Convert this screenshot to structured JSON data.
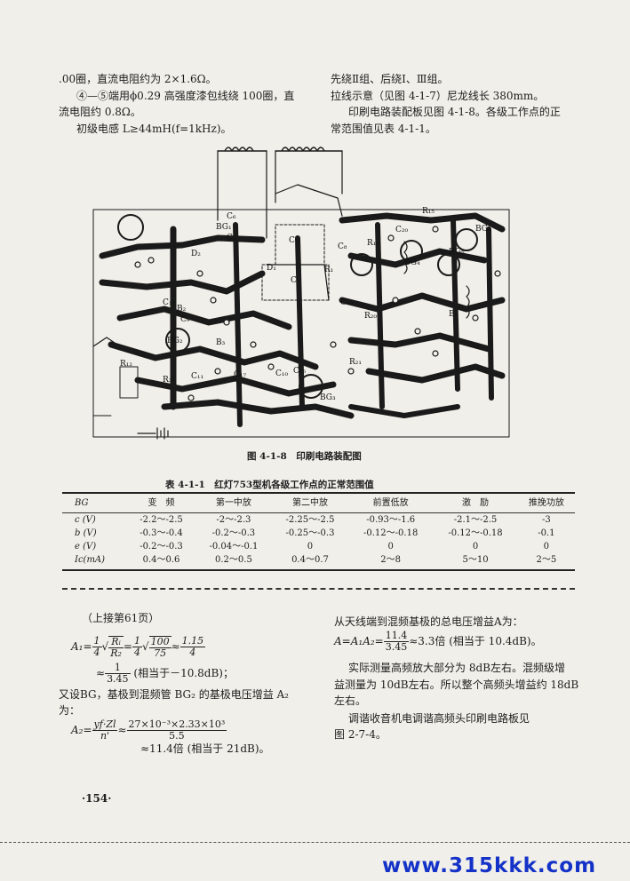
{
  "top_left": {
    "line1": ".00圈，直流电阻约为 2×1.6Ω。",
    "line2": "④—⑤端用ϕ0.29 高强度漆包线绕 100圈，直",
    "line3": "流电阻约 0.8Ω。",
    "line4": "初级电感 L≥44mH(f=1kHz)。"
  },
  "top_right": {
    "line1": "先绕Ⅱ组、后绕Ⅰ、Ⅲ组。",
    "line2": "拉线示意（见图 4-1-7）尼龙线长 380mm。",
    "line3": "印刷电路装配板见图 4-1-8。各级工作点的正",
    "line4": "常范围值见表 4-1-1。"
  },
  "figure_caption": "图 4-1-8　印刷电路装配图",
  "pcb_labels": [
    "C₆",
    "C₈",
    "C₂",
    "BG₁",
    "D₂",
    "C₇",
    "D₁",
    "R₁",
    "C₁",
    "BG₂",
    "C₁₂",
    "C₉",
    "B₂",
    "R₁₂",
    "R₃",
    "C₁₅",
    "C₁₇",
    "C₁₁",
    "C₁₀",
    "BG₃",
    "B₃",
    "R₁₅",
    "R₁₆",
    "C₂₀",
    "BG₅",
    "BG₆",
    "C₁₉",
    "R₂₀",
    "B₄",
    "R₂₁",
    "BG₄"
  ],
  "table": {
    "title": "表 4-1-1　红灯753型机各级工作点的正常范围值",
    "headers": [
      "BG",
      "变　频",
      "第一中放",
      "第二中放",
      "前置低放",
      "激　励",
      "推挽功放"
    ],
    "rows": [
      [
        "c (V)",
        "-2.2～-2.5",
        "-2～-2.3",
        "-2.25～-2.5",
        "-0.93～-1.6",
        "-2.1～-2.5",
        "-3"
      ],
      [
        "b (V)",
        "-0.3～-0.4",
        "-0.2～-0.3",
        "-0.25～-0.3",
        "-0.12～-0.18",
        "-0.12～-0.18",
        "-0.1"
      ],
      [
        "e (V)",
        "-0.2～-0.3",
        "-0.04～-0.1",
        "0",
        "0",
        "0",
        "0"
      ],
      [
        "Ic(mA)",
        "0.4～0.6",
        "0.2～0.5",
        "0.4～0.7",
        "2～8",
        "5～10",
        "2～5"
      ]
    ]
  },
  "bottom_left": {
    "continued": "（上接第61页）",
    "a1_lhs": "A₁=",
    "a1_q1": "1",
    "a1_q2": "4",
    "a1_rad_num": "Rᵢ",
    "a1_rad_den": "R₂",
    "a1_eq": "=",
    "a1_rad2_num": "100",
    "a1_rad2_den": "75",
    "a1_approx": "≈",
    "a1_val_num": "1.15",
    "a1_val_den": "4",
    "a1_line2_approx": "≈",
    "a1_line2_num": "1",
    "a1_line2_den": "3.45",
    "a1_line2_note": "(相当于－10.8dB)；",
    "text_set": "又设BG，基极到混频管 BG₂ 的基极电压增益 A₂",
    "text_wei": "为：",
    "a2_lhs": "A₂=",
    "a2_f1_num": "yf·Zl",
    "a2_f1_den": "n'",
    "a2_approx": "≈",
    "a2_f2_num": "27×10⁻³×2.33×10³",
    "a2_f2_den": "5.5",
    "a2_result": "≈11.4倍 (相当于 21dB)。"
  },
  "bottom_right": {
    "line1": "从天线端到混频基极的总电压增益A为：",
    "a_formula_lhs": "A=A₁A₂=",
    "a_formula_num": "11.4",
    "a_formula_den": "3.45",
    "a_formula_rest": "≈3.3倍 (相当于 10.4dB)。",
    "p1_line1": "实际测量高频放大部分为 8dB左右。混频级增",
    "p1_line2": "益测量为 10dB左右。所以整个高频头增益约 18dB",
    "p1_line3": "左右。",
    "p2_line1": "调谐收音机电调谐高频头印刷电路板见",
    "p2_line2": "图 2-7-4。"
  },
  "page_number": "·154·",
  "watermark": "www.315kkk.com"
}
